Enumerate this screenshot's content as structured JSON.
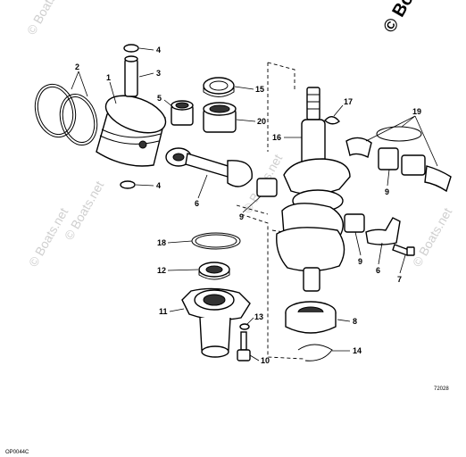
{
  "watermark": {
    "corner": "© Bo",
    "repeat": "© Boats.net"
  },
  "part_numbers": [
    "1",
    "2",
    "3",
    "4",
    "4",
    "5",
    "6",
    "6",
    "8",
    "9",
    "9",
    "9",
    "10",
    "11",
    "12",
    "13",
    "14",
    "15",
    "16",
    "17",
    "18",
    "19",
    "20"
  ],
  "callouts": {
    "n1": "1",
    "n2": "2",
    "n3": "3",
    "n4a": "4",
    "n4b": "4",
    "n5": "5",
    "n6a": "6",
    "n6b": "6",
    "n7": "7",
    "n8": "8",
    "n9a": "9",
    "n9b": "9",
    "n9c": "9",
    "n10": "10",
    "n11": "11",
    "n12": "12",
    "n13": "13",
    "n14": "14",
    "n15": "15",
    "n16": "16",
    "n17": "17",
    "n18": "18",
    "n19": "19",
    "n20": "20"
  },
  "codes": {
    "drawing_no": "72028",
    "plate_id": "OP0044C"
  }
}
